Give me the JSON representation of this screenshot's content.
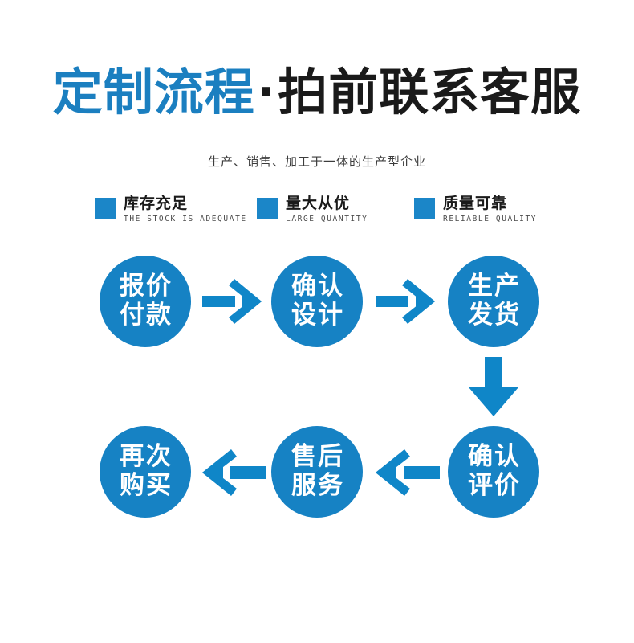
{
  "header": {
    "title_blue": "定制流程",
    "title_dot": "·",
    "title_dark": "拍前联系客服",
    "subtitle": "生产、销售、加工于一体的生产型企业"
  },
  "badges": [
    {
      "cn": "库存充足",
      "en": "THE STOCK IS ADEQUATE"
    },
    {
      "cn": "量大从优",
      "en": "LARGE QUANTITY"
    },
    {
      "cn": "质量可靠",
      "en": "RELIABLE QUALITY"
    }
  ],
  "flow": {
    "nodes": [
      {
        "line1": "报价",
        "line2": "付款"
      },
      {
        "line1": "确认",
        "line2": "设计"
      },
      {
        "line1": "生产",
        "line2": "发货"
      },
      {
        "line1": "确认",
        "line2": "评价"
      },
      {
        "line1": "售后",
        "line2": "服务"
      },
      {
        "line1": "再次",
        "line2": "购买"
      }
    ],
    "arrows": [
      {
        "direction": "right"
      },
      {
        "direction": "right"
      },
      {
        "direction": "down"
      },
      {
        "direction": "left"
      },
      {
        "direction": "left"
      }
    ]
  },
  "colors": {
    "title_blue": "#1b7fc0",
    "title_dark": "#1a1a1a",
    "badge_square": "#1b86c8",
    "node_fill": "#1682c4",
    "arrow": "#0f86c8",
    "background": "#ffffff"
  }
}
